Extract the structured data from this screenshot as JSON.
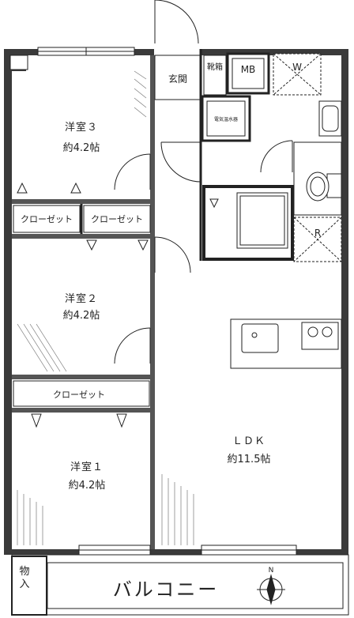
{
  "rooms": {
    "western3": {
      "name": "洋室３",
      "size": "約4.2帖"
    },
    "western2": {
      "name": "洋室２",
      "size": "約4.2帖"
    },
    "western1": {
      "name": "洋室１",
      "size": "約4.2帖"
    },
    "ldk": {
      "name": "ＬＤＫ",
      "size": "約11.5帖"
    }
  },
  "closets": {
    "c1": "クローゼット",
    "c2": "クローゼット",
    "c3": "クローゼット"
  },
  "entrance": "玄関",
  "shoe_box": "靴箱",
  "mb": "MB",
  "water_heater": "電気温水器",
  "w_mark": "W",
  "r_mark": "R",
  "storage": "物入",
  "balcony": "バルコニー",
  "north": "N"
}
